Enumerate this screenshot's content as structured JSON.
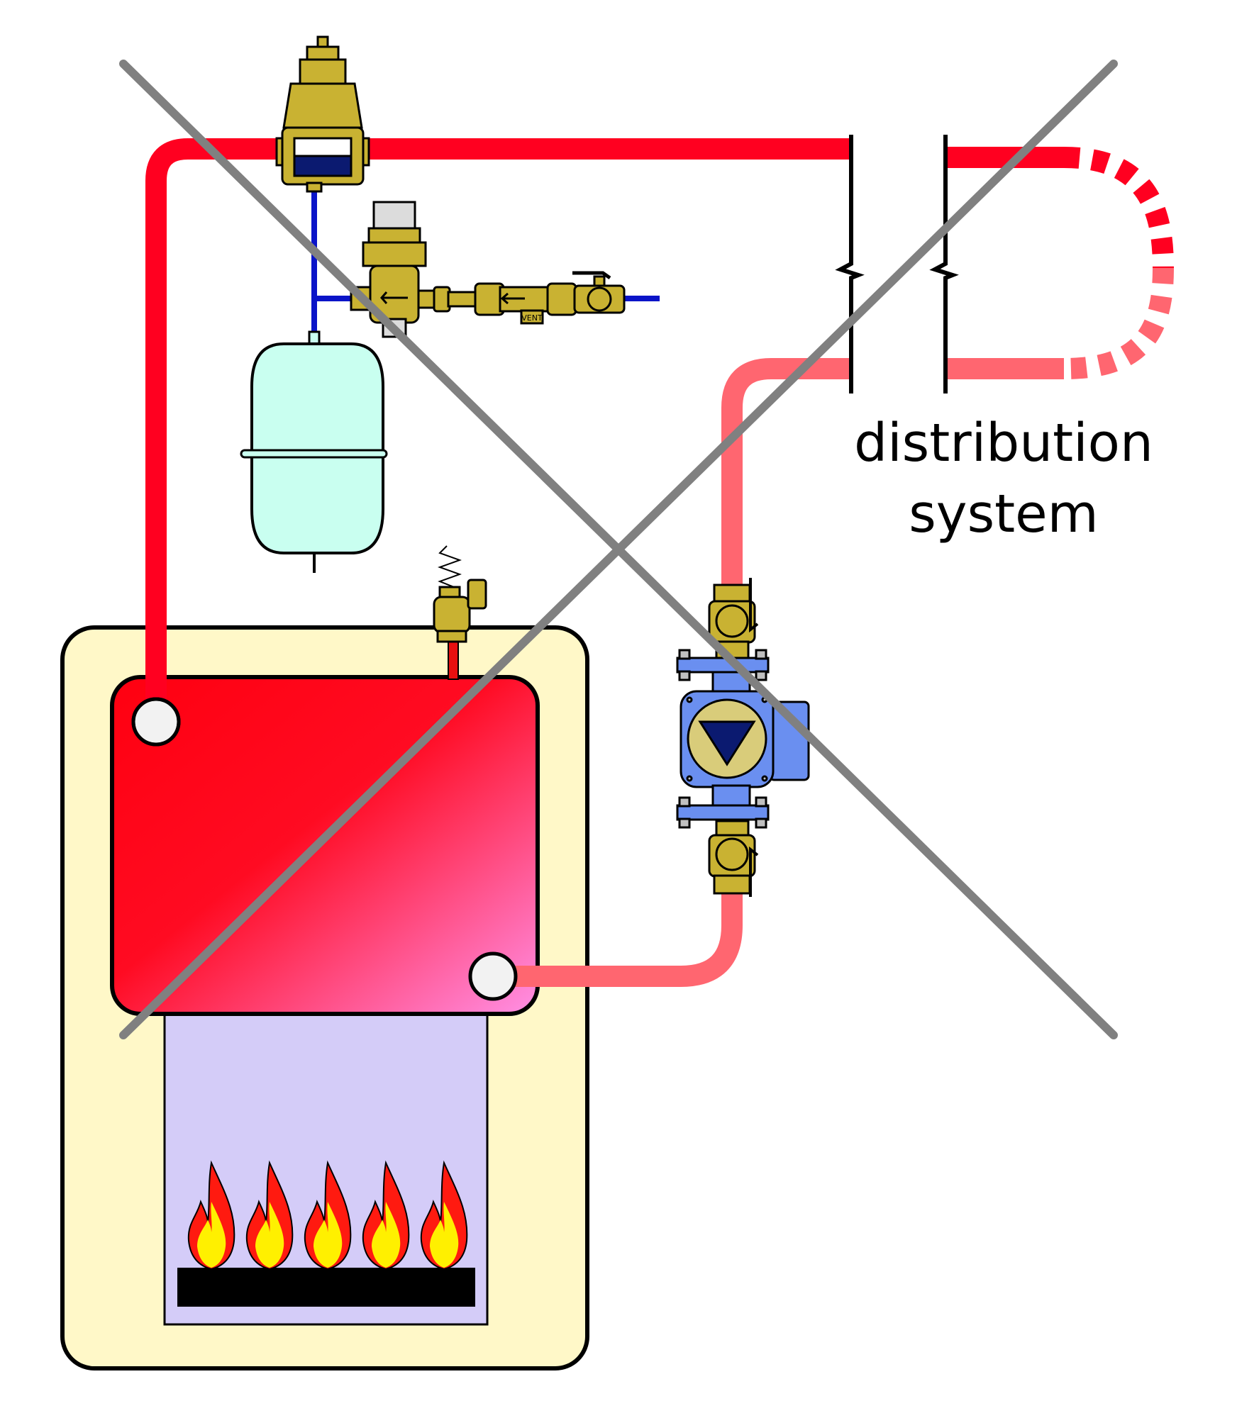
{
  "labels": {
    "distribution_line1": "distribution",
    "distribution_line2": "system",
    "vent_tag": "VENT"
  },
  "colors": {
    "supply_pipe": "#ff0020",
    "return_pipe": "#ff6670",
    "cold_line": "#0a14c8",
    "brass": "#c9b232",
    "pump_blue": "#6a8ff0",
    "expansion_tank": "#c9fff0",
    "boiler_jacket": "#fff8c8",
    "combustion_chamber": "#d4ccf8",
    "cross_out": "#808080"
  },
  "icons": {
    "air_vent": "air-separator-icon",
    "feed_valve": "pressure-reducing-valve-icon",
    "backflow": "backflow-preventer-icon",
    "ball_valve": "ball-valve-icon",
    "tank": "expansion-tank-icon",
    "relief": "relief-valve-icon",
    "pump": "circulator-pump-icon",
    "burner": "flame-icon"
  }
}
